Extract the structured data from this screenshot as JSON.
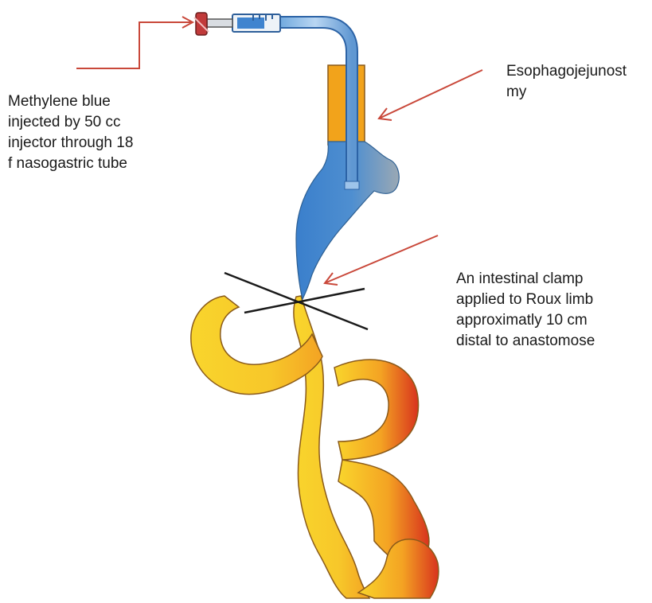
{
  "figure": {
    "colors": {
      "tube_blue": "#4f8fd0",
      "tube_outline": "#1f5fa8",
      "esophagus_orange": "#f2a31b",
      "pouch_blue": "#3f84cf",
      "pouch_grey": "#8fa6b8",
      "bowel_yellow": "#f7cf2a",
      "bowel_orange": "#ef7d22",
      "bowel_red": "#d8331d",
      "arrow_red": "#c9483a",
      "clamp_black": "#1a1a1a"
    },
    "icons": [
      "syringe-icon",
      "nasogastric-tube-icon",
      "intestinal-clamp-icon"
    ]
  },
  "labels": {
    "injection": {
      "lines": [
        "Methylene blue",
        "injected by 50 cc",
        "injector through 18",
        "f nasogastric tube"
      ]
    },
    "anastomosis": {
      "lines": [
        "Esophagojejunost",
        "my"
      ]
    },
    "clamp": {
      "lines": [
        "An intestinal clamp",
        "applied to Roux limb",
        "approximatly 10 cm",
        "distal to anastomose"
      ]
    }
  }
}
